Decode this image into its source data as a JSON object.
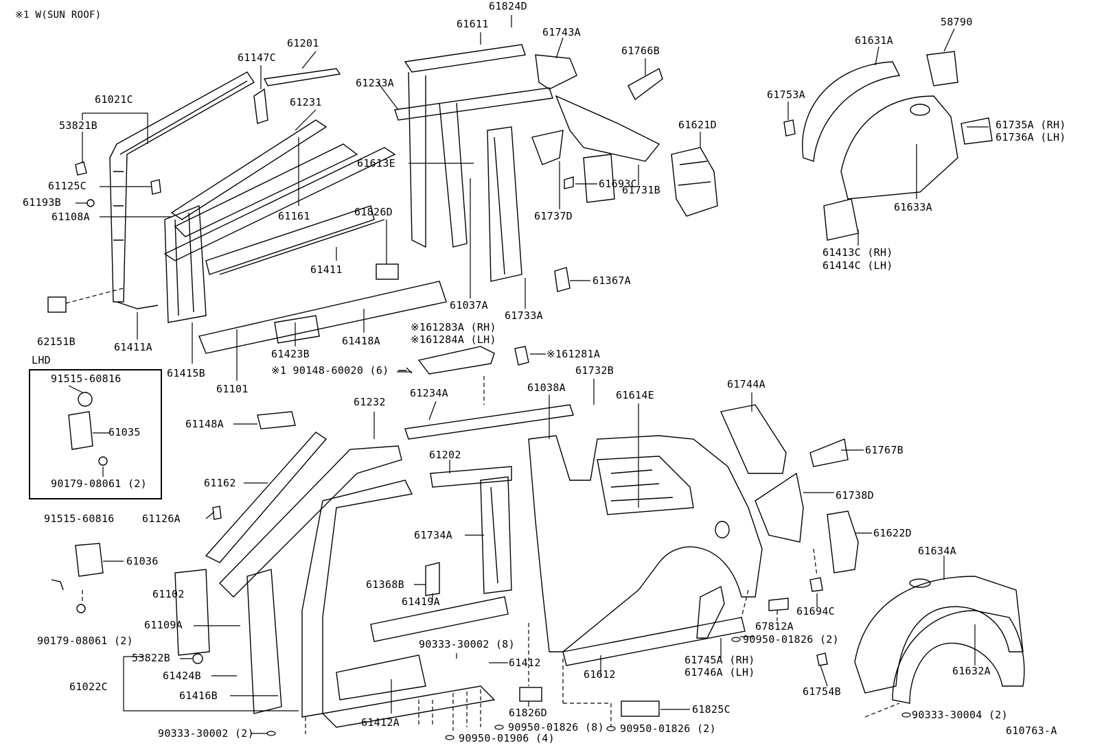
{
  "note_sunroof": "※1 W(SUN ROOF)",
  "lhd_title": "LHD",
  "diagram_code": "610763-A",
  "parts": {
    "p61824D": "61824D",
    "p61611": "61611",
    "p61743A": "61743A",
    "p58790": "58790",
    "p61201": "61201",
    "p61766B": "61766B",
    "p61631A": "61631A",
    "p61147C": "61147C",
    "p61233A": "61233A",
    "p61753A": "61753A",
    "p61021C": "61021C",
    "p61231": "61231",
    "p61621D": "61621D",
    "p61735A": "61735A (RH)",
    "p61736A": "61736A (LH)",
    "p53821B": "53821B",
    "p61613E": "61613E",
    "p61731B": "61731B",
    "p61193B": "61193B",
    "p61108A": "61108A",
    "p61161": "61161",
    "p61826D_top": "61826D",
    "p61737D": "61737D",
    "p61633A": "61633A",
    "p61125C": "61125C",
    "p61693C": "61693C",
    "p61413C": "61413C (RH)",
    "p61414C": "61414C (LH)",
    "p61411": "61411",
    "p61367A": "61367A",
    "p61037A": "61037A",
    "p61733A": "61733A",
    "p62151B": "62151B",
    "p61411A": "61411A",
    "p161283A": "※161283A (RH)",
    "p161284A": "※161284A (LH)",
    "p61418A": "61418A",
    "p61423B": "61423B",
    "p161281A": "※161281A",
    "p61415B": "61415B",
    "p90148": "※1 90148-60020 (6)",
    "p61732B": "61732B",
    "p61101": "61101",
    "p61234A": "61234A",
    "p61038A": "61038A",
    "p61614E": "61614E",
    "p61744A": "61744A",
    "p61232": "61232",
    "p91515_lhd": "91515-60816",
    "p61035": "61035",
    "p90179_lhd": "90179-08061 (2)",
    "p61148A": "61148A",
    "p61767B": "61767B",
    "p61202": "61202",
    "p61162": "61162",
    "p61738D": "61738D",
    "p91515": "91515-60816",
    "p61126A": "61126A",
    "p61734A": "61734A",
    "p61622D": "61622D",
    "p61036": "61036",
    "p61634A": "61634A",
    "p61368B": "61368B",
    "p61102": "61102",
    "p61419A": "61419A",
    "p61694C": "61694C",
    "p61109A": "61109A",
    "p90179": "90179-08061 (2)",
    "p67812A": "67812A",
    "p90950_1826_2a": "90950-01826 (2)",
    "p90333_30002_8": "90333-30002 (8)",
    "p53822B": "53822B",
    "p61412": "61412",
    "p61745A": "61745A (RH)",
    "p61746A": "61746A (LH)",
    "p61632A": "61632A",
    "p61022C": "61022C",
    "p61424B": "61424B",
    "p61612": "61612",
    "p61754B": "61754B",
    "p61416B": "61416B",
    "p61826D_bot": "61826D",
    "p61825C": "61825C",
    "p90333_30004": "90333-30004 (2)",
    "p61412A": "61412A",
    "p90950_1826_8": "90950-01826 (8)",
    "p90950_1826_2b": "90950-01826 (2)",
    "p90333_30002_2": "90333-30002 (2)",
    "p90950_1906": "90950-01906 (4)"
  }
}
